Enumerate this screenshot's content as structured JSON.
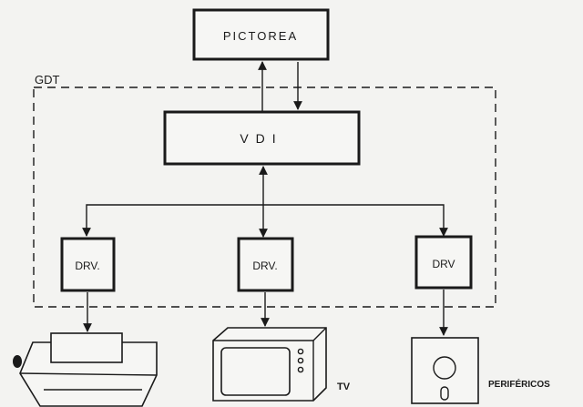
{
  "diagram": {
    "top_block": "PICTOREA",
    "group_label": "GDT",
    "vdi_block": "VDI",
    "drivers": [
      "DRV.",
      "DRV.",
      "DRV"
    ],
    "device_labels": {
      "tv": "TV",
      "peripherals": "PERIFÉRICOS"
    }
  }
}
